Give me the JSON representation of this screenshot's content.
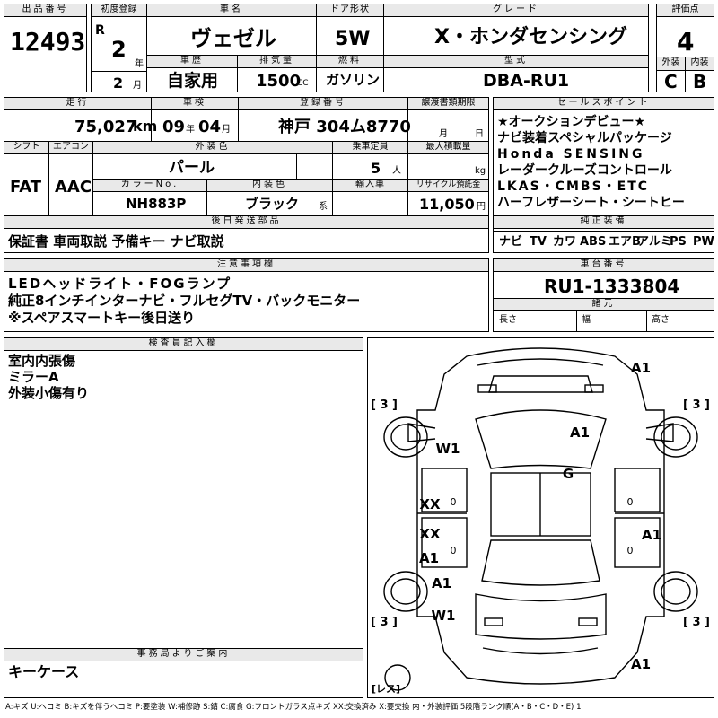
{
  "header": {
    "lot_label": "出品番号",
    "lot_number": "12493",
    "first_reg_label": "初度登録",
    "era": "R",
    "year_num": "2",
    "year_unit": "年",
    "month_num": "2",
    "month_unit": "月",
    "car_name_label": "車名",
    "car_name": "ヴェゼル",
    "door_label": "ドア形状",
    "door": "5W",
    "grade_label": "グレード",
    "grade": "X・ホンダセンシング",
    "score_label": "評価点",
    "score": "4",
    "history_label": "車歴",
    "history": "自家用",
    "displacement_label": "排気量",
    "displacement": "1500",
    "displacement_unit": "CC",
    "fuel_label": "燃料",
    "fuel": "ガソリン",
    "model_label": "型式",
    "model": "DBA-RU1",
    "ext_label": "外装",
    "int_label": "内装",
    "ext_grade": "C",
    "int_grade": "B"
  },
  "row2": {
    "mileage_label": "走行",
    "mileage": "75,027",
    "mileage_unit": "km",
    "inspection_label": "車検",
    "insp_year": "09",
    "insp_year_unit": "年",
    "insp_month": "04",
    "insp_month_unit": "月",
    "reg_label": "登録番号",
    "reg_number": "神戸 304ム8770",
    "transfer_label": "譲渡書類期限",
    "transfer_month": "月",
    "transfer_day": "日",
    "sales_label": "セールスポイント",
    "sales_points": [
      "★オークションデビュー★",
      "ナビ装着スペシャルパッケージ",
      "Honda SENSING",
      "レーダークルーズコントロール",
      "LKAS・CMBS・ETC",
      "ハーフレザーシート・シートヒー"
    ]
  },
  "row3": {
    "shift_label": "シフト",
    "shift": "FAT",
    "ac_label": "エアコン",
    "ac": "AAC",
    "color_label": "外装色",
    "color": "パール",
    "capacity_label": "乗車定員",
    "capacity": "5",
    "capacity_unit": "人",
    "load_label": "最大積載量",
    "load_unit": "kg",
    "color_no_label": "カラーNo.",
    "color_no": "NH883P",
    "interior_color_label": "内装色",
    "interior_color": "ブラック",
    "interior_color_unit": "系",
    "import_label": "輸入車",
    "recycle_label": "リサイクル預託金",
    "recycle": "11,050",
    "recycle_unit": "円"
  },
  "later_parts": {
    "label": "後日発送部品",
    "value": "保証書 車両取説 予備キー ナビ取説"
  },
  "equipment": {
    "label": "純正装備",
    "items": [
      "ナビ",
      "TV",
      "カワ",
      "ABS",
      "エアB",
      "アルミ",
      "PS",
      "PW"
    ]
  },
  "notes": {
    "label": "注意事項欄",
    "lines": [
      "LEDヘッドライト・FOGランプ",
      "純正8インチインターナビ・フルセグTV・バックモニター",
      "※スペアスマートキー後日送り"
    ]
  },
  "chassis": {
    "label": "車台番号",
    "value": "RU1-1333804",
    "spec_label": "諸元",
    "length_label": "長さ",
    "width_label": "幅",
    "height_label": "高さ"
  },
  "inspector": {
    "label": "検査員記入欄",
    "lines": [
      "室内内張傷",
      "ミラーA",
      "外装小傷有り"
    ]
  },
  "office": {
    "label": "事務局よりご案内",
    "value": "キーケース"
  },
  "diagram": {
    "tires": [
      "[ 3 ]",
      "[ 3 ]",
      "[ 3 ]",
      "[ 3 ]"
    ],
    "spare": "[レス]",
    "marks": [
      "A1",
      "A1",
      "W1",
      "G",
      "XX",
      "XX",
      "A1",
      "A1",
      "A1",
      "W1",
      "A1"
    ],
    "zeros": [
      "0",
      "0",
      "0",
      "0"
    ]
  },
  "legend": "A:キズ U:ヘコミ B:キズを伴うヘコミ P:要塗装 W:補修跡 S:錆 C:腐食 G:フロントガラス点キズ XX:交換済み X:要交換 内・外装評価 5段階ランク順(A・B・C・D・E) 1"
}
